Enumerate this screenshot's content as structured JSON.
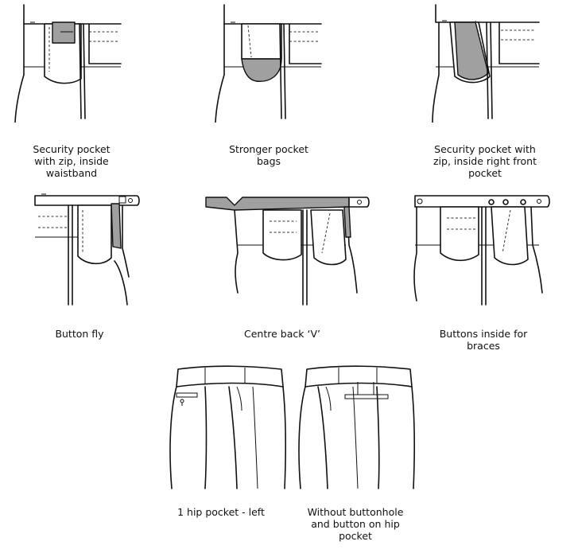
{
  "captions": {
    "security_zip_waistband": "Security pocket\nwith zip, inside\nwaistband",
    "stronger_bags": "Stronger pocket\nbags",
    "security_zip_front": "Security pocket with\nzip, inside right front\npocket",
    "button_fly": "Button fly",
    "centre_back_v": "Centre back ‘V’",
    "buttons_braces": "Buttons inside for\nbraces",
    "hip_pocket_left": "1 hip pocket - left",
    "no_buttonhole": "Without buttonhole\nand button on hip\npocket"
  },
  "colors": {
    "shade": "#a0a0a0",
    "line": "#111111",
    "background": "#ffffff"
  }
}
